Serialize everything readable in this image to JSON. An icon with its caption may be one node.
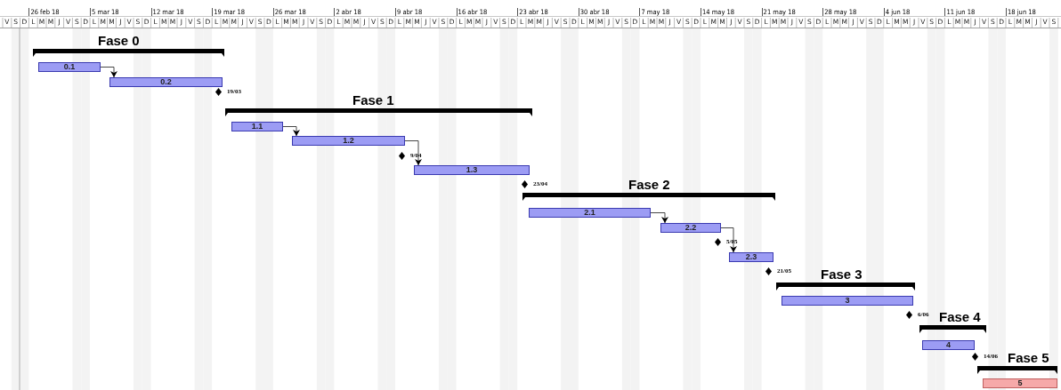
{
  "diagram": {
    "nodes": [
      {
        "text": [
          "Fase 0"
        ]
      },
      {
        "text": [
          "0.1"
        ]
      },
      {
        "text": [
          "0.2"
        ]
      },
      {
        "text": [],
        "shape": "diamond",
        "beside": [
          "19/03"
        ]
      },
      {
        "text": [
          "Fase 1"
        ]
      },
      {
        "text": [
          "1.1"
        ]
      },
      {
        "text": [
          "1.2"
        ]
      },
      {
        "text": [],
        "shape": "diamond",
        "beside": [
          "9/04"
        ]
      },
      {
        "text": [
          "1.3"
        ]
      },
      {
        "text": [],
        "shape": "diamond",
        "beside": [
          "23/04"
        ]
      },
      {
        "text": [
          "Fase 2"
        ]
      },
      {
        "text": [
          "2.1"
        ]
      },
      {
        "text": [
          "2.2"
        ]
      },
      {
        "text": [],
        "shape": "diamond",
        "beside": [
          "5/05"
        ]
      },
      {
        "text": [
          "2.3"
        ]
      },
      {
        "text": [],
        "shape": "diamond",
        "beside": [
          "21/05"
        ]
      },
      {
        "text": [
          "Fase 3"
        ]
      },
      {
        "text": [
          "3"
        ]
      },
      {
        "text": [],
        "shape": "diamond",
        "beside": [
          "6/06"
        ]
      },
      {
        "text": [
          "Fase 4"
        ]
      },
      {
        "text": [
          "4"
        ]
      },
      {
        "text": [],
        "shape": "diamond",
        "beside": [
          "14/06"
        ]
      },
      {
        "text": [
          "Fase 5"
        ]
      },
      {
        "text": [
          "5"
        ]
      }
    ],
    "edges": [
      {
        "from": 1,
        "to": 2,
        "arrow": "to"
      },
      {
        "from": 5,
        "to": 6,
        "arrow": "to"
      },
      {
        "from": 6,
        "to": 8,
        "arrow": "to"
      },
      {
        "from": 11,
        "to": 12,
        "arrow": "to"
      },
      {
        "from": 12,
        "to": 14,
        "arrow": "to"
      }
    ],
    "labels": [
      "26 feb 18",
      "5 mar 18",
      "12 mar 18",
      "19 mar 18",
      "26 mar 18",
      "2 abr 18",
      "9 abr 18",
      "16 abr 18",
      "23 abr 18",
      "30 abr 18",
      "7 may 18",
      "14 may 18",
      "21 may 18",
      "28 may 18",
      "4 jun 18",
      "11 jun 18",
      "18 jun 18",
      "V",
      "S",
      "D",
      "L",
      "M",
      "M",
      "J",
      "V",
      "S",
      "D",
      "L",
      "M",
      "M",
      "J",
      "V",
      "S",
      "D",
      "L",
      "M",
      "M",
      "J",
      "V",
      "S",
      "D",
      "L",
      "M",
      "M",
      "J",
      "V",
      "S",
      "D",
      "L",
      "M",
      "M",
      "J",
      "V",
      "S",
      "D",
      "L",
      "M",
      "M",
      "J",
      "V",
      "S",
      "D",
      "L",
      "M",
      "M",
      "J",
      "V",
      "S",
      "D",
      "L",
      "M",
      "M",
      "J",
      "V",
      "S",
      "D",
      "L",
      "M",
      "M",
      "J",
      "V",
      "S",
      "D",
      "L",
      "M",
      "M",
      "J",
      "V",
      "S",
      "D",
      "L",
      "M",
      "M",
      "J",
      "V",
      "S",
      "D",
      "L",
      "M",
      "M",
      "J",
      "V",
      "S",
      "D",
      "L",
      "M",
      "M",
      "J",
      "V",
      "S",
      "D",
      "L",
      "M",
      "M",
      "J",
      "V",
      "S",
      "D",
      "L",
      "M",
      "M",
      "J",
      "V",
      "S",
      "D",
      "L",
      "M",
      "M",
      "J",
      "V",
      "S",
      "D",
      "L",
      "M",
      "M",
      "J",
      "V",
      "S"
    ]
  }
}
